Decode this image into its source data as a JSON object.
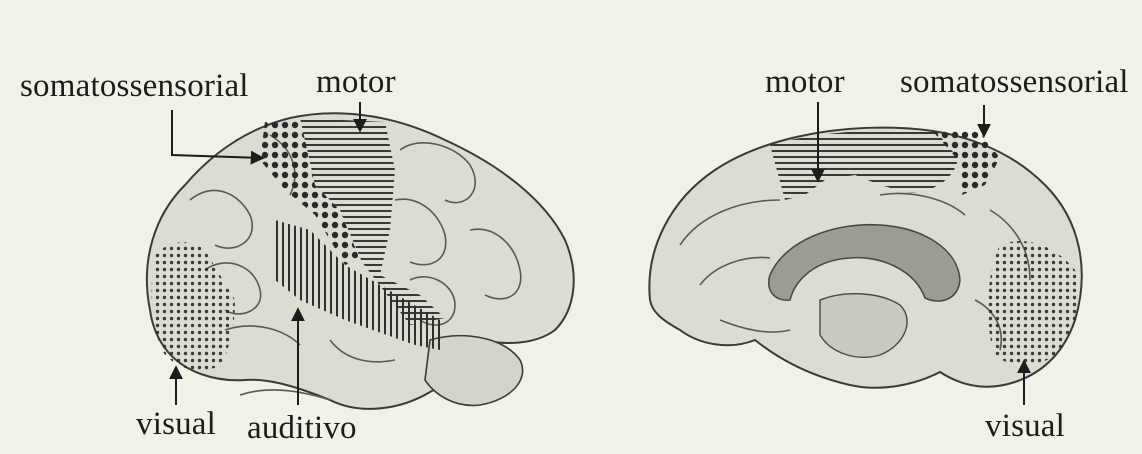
{
  "labels": {
    "left_somatosensory": "somatossensorial",
    "left_motor": "motor",
    "left_visual": "visual",
    "left_auditory": "auditivo",
    "right_motor": "motor",
    "right_somatosensory": "somatossensorial",
    "right_visual": "visual"
  },
  "colors": {
    "background": "#f1f1e7",
    "tissue": "#dcdcd2",
    "ink": "#1c1c1c"
  }
}
